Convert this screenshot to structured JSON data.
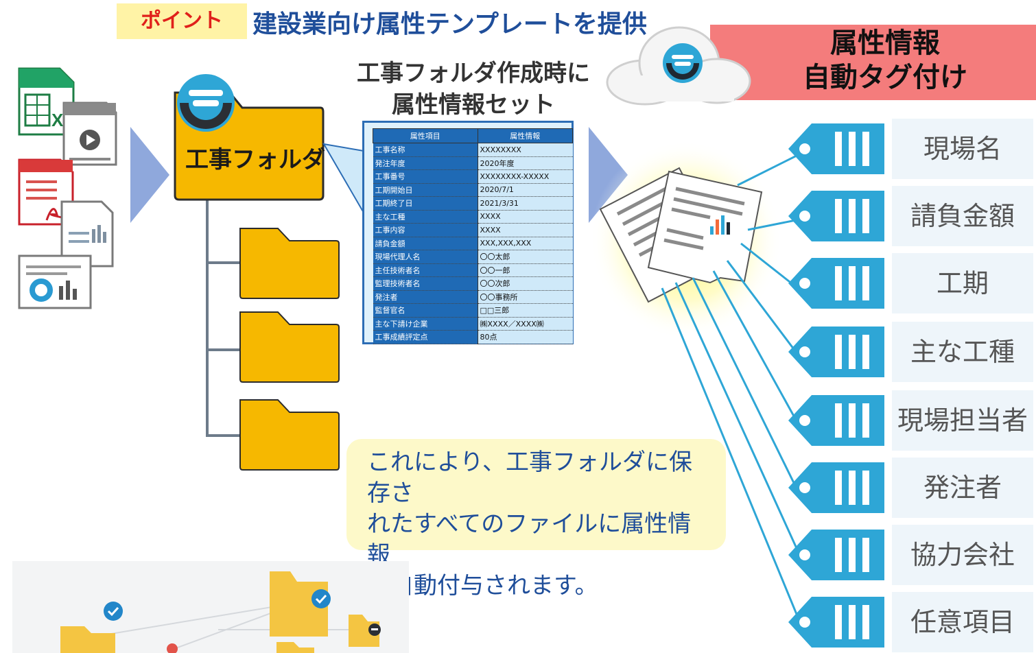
{
  "header": {
    "point_label": "ポイント",
    "headline": "建設業向け属性テンプレートを提供"
  },
  "banner": {
    "line1": "属性情報",
    "line2": "自動タグ付け"
  },
  "folder": {
    "label": "工事フォルダ"
  },
  "caption": {
    "line1": "工事フォルダ作成時に",
    "line2": "属性情報セット"
  },
  "attribute_table": {
    "headers": [
      "属性項目",
      "属性情報"
    ],
    "rows": [
      [
        "工事名称",
        "XXXXXXXX"
      ],
      [
        "発注年度",
        "2020年度"
      ],
      [
        "工事番号",
        "XXXXXXXX-XXXXX"
      ],
      [
        "工期開始日",
        "2020/7/1"
      ],
      [
        "工期終了日",
        "2021/3/31"
      ],
      [
        "主な工種",
        "XXXX"
      ],
      [
        "工事内容",
        "XXXX"
      ],
      [
        "請負金額",
        "XXX,XXX,XXX"
      ],
      [
        "現場代理人名",
        "〇〇太郎"
      ],
      [
        "主任技術者名",
        "〇〇一郎"
      ],
      [
        "監理技術者名",
        "〇〇次郎"
      ],
      [
        "発注者",
        "〇〇事務所"
      ],
      [
        "監督官名",
        "□□三郎"
      ],
      [
        "主な下請け企業",
        "㈱XXXX／XXXX㈱"
      ],
      [
        "工事成績評定点",
        "80点"
      ]
    ]
  },
  "note": {
    "line1": "これにより、工事フォルダに保存さ",
    "line2": "れたすべてのファイルに属性情報",
    "line3": "が自動付与されます。"
  },
  "tags": [
    "現場名",
    "請負金額",
    "工期",
    "主な工種",
    "現場担当者",
    "発注者",
    "協力会社",
    "任意項目"
  ],
  "colors": {
    "accent_blue": "#1f4e9a",
    "tag_blue": "#2ea6d6",
    "folder_yellow": "#f6b800",
    "banner_red": "#f47c7c",
    "arrow_blue": "#8fa8dc"
  }
}
